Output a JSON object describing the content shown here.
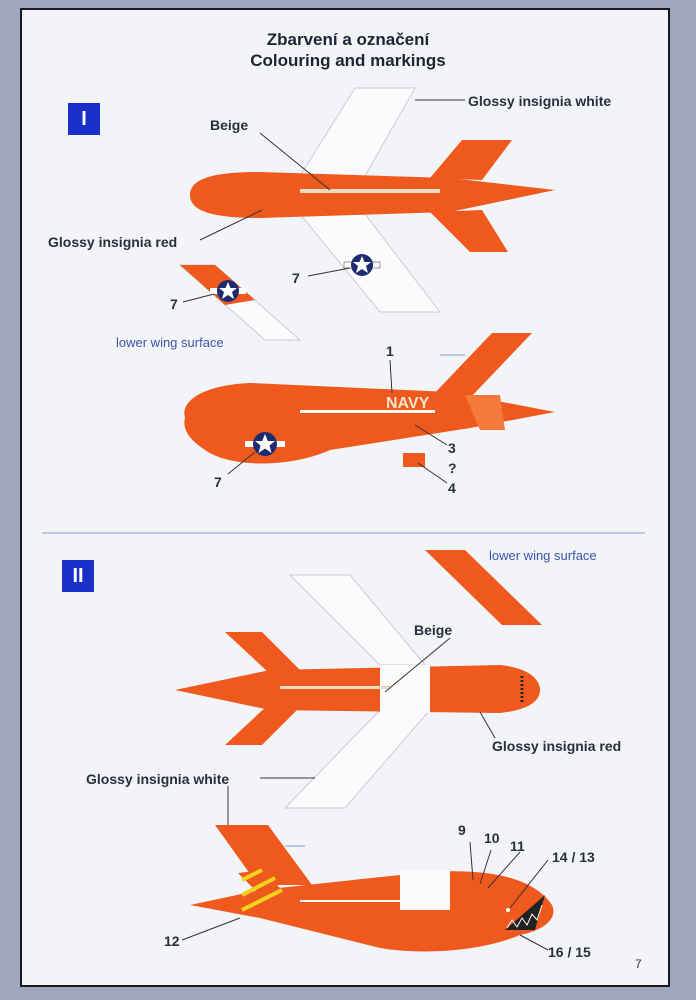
{
  "title_cz": "Zbarvení a označení",
  "title_en": "Colouring and markings",
  "section1": {
    "badge": "I",
    "labels": {
      "glossy_white": "Glossy insignia white",
      "beige": "Beige",
      "glossy_red": "Glossy insignia red",
      "lower_wing": "lower wing surface",
      "navy": "NAVY",
      "n7a": "7",
      "n7b": "7",
      "n7c": "7",
      "n1": "1",
      "n3": "3",
      "n4": "4",
      "q": "?"
    }
  },
  "section2": {
    "badge": "II",
    "labels": {
      "lower_wing": "lower wing surface",
      "beige": "Beige",
      "glossy_red": "Glossy insignia red",
      "glossy_white": "Glossy insignia white",
      "n9": "9",
      "n10": "10",
      "n11": "11",
      "n1413": "14 / 13",
      "n12": "12",
      "n1615": "16 / 15"
    }
  },
  "page_number": "7",
  "colors": {
    "orange": "#f0591e",
    "white": "#ffffff",
    "beige": "#e8dcc0",
    "badge": "#1a2ec9",
    "yellow": "#f2d21a"
  }
}
